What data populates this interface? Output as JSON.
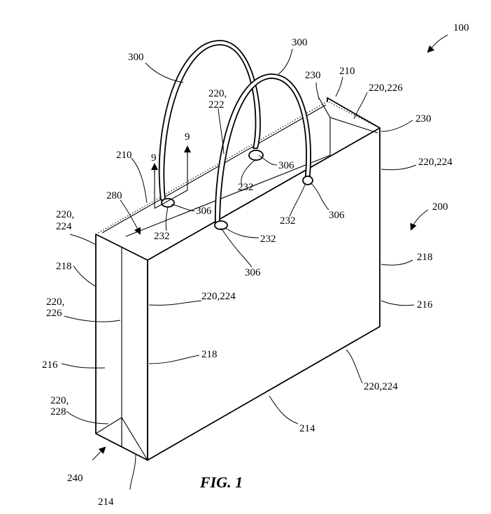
{
  "figure": {
    "caption": "FIG. 1",
    "labels": {
      "n100": "100",
      "n200": "200",
      "n300_left": "300",
      "n300_right": "300",
      "n230_top": "230",
      "n210_top": "210",
      "n220_226_top": "220,226",
      "n230_right": "230",
      "n220_222_a": "220,",
      "n220_222_b": "222",
      "n220_224_right": "220,224",
      "n210_left": "210",
      "n9_left": "9",
      "n9_right": "9",
      "n306_a": "306",
      "n232_a": "232",
      "n280": "280",
      "n306_b": "306",
      "n232_b": "232",
      "n232_c": "232",
      "n306_c": "306",
      "n232_d": "232",
      "n306_d": "306",
      "n220_224_left_a": "220,",
      "n220_224_left_b": "224",
      "n218_left": "218",
      "n218_right": "218",
      "n220_226_left_a": "220,",
      "n220_226_left_b": "226",
      "n220_224_front": "220,224",
      "n216_right": "216",
      "n218_front": "218",
      "n216_left": "216",
      "n220_228_a": "220,",
      "n220_228_b": "228",
      "n220_224_bottom": "220,224",
      "n214_front": "214",
      "n240": "240",
      "n214_bottom": "214"
    }
  }
}
